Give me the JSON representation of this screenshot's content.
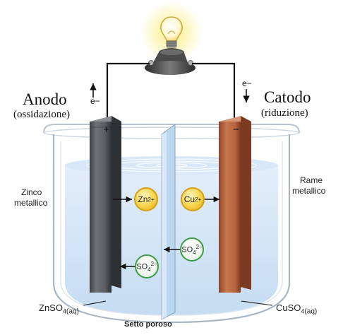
{
  "anode": {
    "title": "Anodo",
    "subtitle": "ossidazione",
    "sign": "+",
    "electron": "e−"
  },
  "cathode": {
    "title": "Catodo",
    "subtitle": "riduzione",
    "sign": "−",
    "electron": "e−"
  },
  "zinc_label": [
    "Zinco",
    "metallico"
  ],
  "copper_label": [
    "Rame",
    "metallico"
  ],
  "ions": {
    "zn": {
      "base": "Zn",
      "charge": "2+"
    },
    "cu": {
      "base": "Cu",
      "charge": "2+"
    },
    "so4_right": {
      "base": "SO",
      "sub": "4",
      "charge": "2−"
    },
    "so4_left": {
      "base": "SO",
      "sub": "4",
      "charge": "2−"
    }
  },
  "solutions": {
    "left": {
      "base": "ZnSO",
      "sub": "4",
      "state": "(aq)"
    },
    "right": {
      "base": "CuSO",
      "sub": "4",
      "state": "(aq)"
    }
  },
  "membrane_label": "Setto poroso",
  "colors": {
    "zinc": "#5f6266",
    "copper": "#b5643f",
    "solution": "#c5dcf2",
    "bulb_glow": "#fff3a8",
    "ion_zn_cu": "#f6d34a",
    "ion_so4": "#3f9a48"
  }
}
